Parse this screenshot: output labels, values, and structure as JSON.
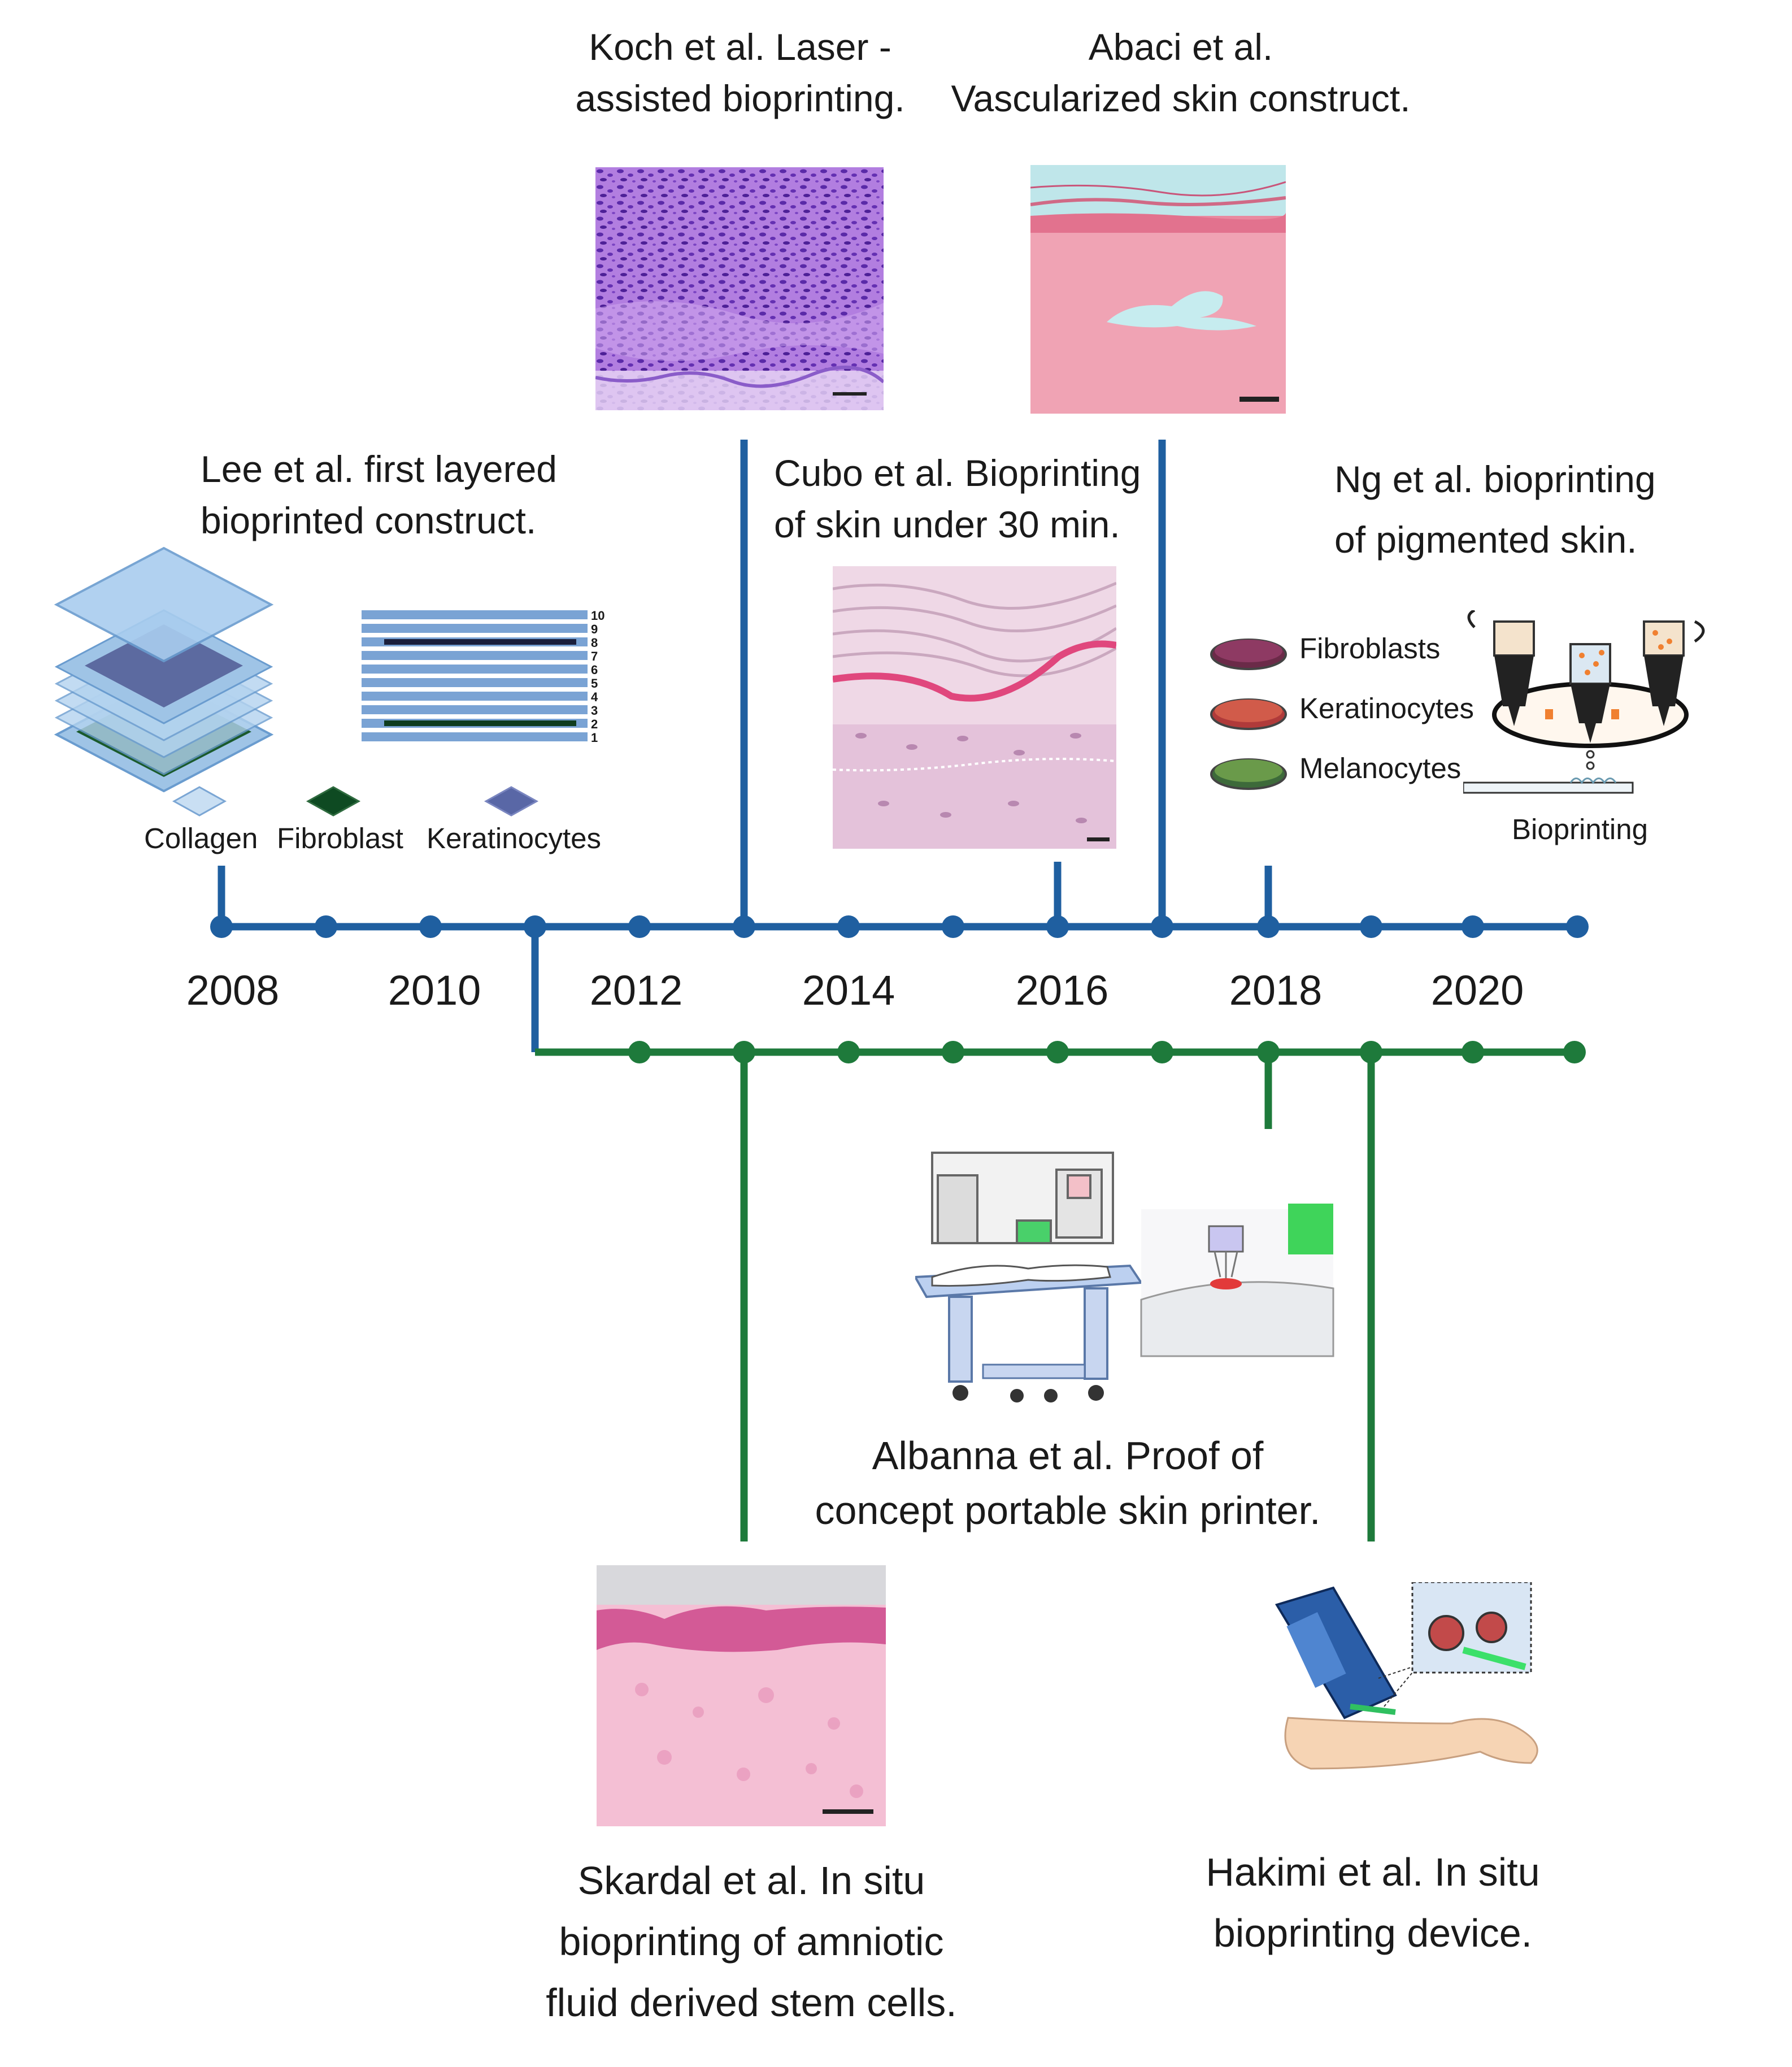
{
  "colors": {
    "blue_line": "#1f5fa0",
    "green_line": "#1e7a3b",
    "text": "#1a1a1a"
  },
  "years": [
    "2008",
    "2010",
    "2012",
    "2014",
    "2016",
    "2018",
    "2020"
  ],
  "events": {
    "lee": {
      "lines": [
        "Lee et al. first layered",
        "bioprinted construct."
      ]
    },
    "koch": {
      "lines": [
        "Koch et al. Laser -",
        "assisted bioprinting."
      ]
    },
    "abaci": {
      "lines": [
        "Abaci et al.",
        "Vascularized skin construct."
      ]
    },
    "cubo": {
      "lines": [
        "Cubo et al. Bioprinting",
        "of skin under 30 min."
      ]
    },
    "ng": {
      "lines": [
        "Ng et al. bioprinting",
        "of pigmented skin."
      ]
    },
    "albanna": {
      "lines": [
        "Albanna et al. Proof of",
        "concept portable skin printer."
      ]
    },
    "skardal": {
      "lines": [
        "Skardal et al. In situ",
        "bioprinting of amniotic",
        "fluid derived stem cells."
      ]
    },
    "hakimi": {
      "lines": [
        "Hakimi et al. In situ",
        "bioprinting device."
      ]
    }
  },
  "lee_legend": {
    "collagen": "Collagen",
    "fibroblast": "Fibroblast",
    "keratinocytes": "Keratinocytes"
  },
  "layer_numbers": [
    "10",
    "9",
    "8",
    "7",
    "6",
    "5",
    "4",
    "3",
    "2",
    "1"
  ],
  "ng_legend": {
    "fibroblasts": "Fibroblasts",
    "keratinocytes": "Keratinocytes",
    "melanocytes": "Melanocytes",
    "bioprinting": "Bioprinting"
  }
}
